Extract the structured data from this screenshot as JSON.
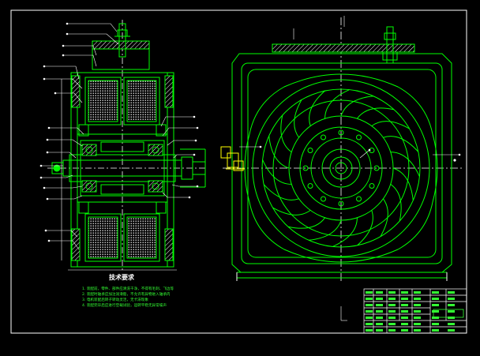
{
  "drawing": {
    "background": "#000000",
    "colors": {
      "frame": "#ffffff",
      "line": "#00ff00",
      "hatch": "#ffffff",
      "center": "#ffffff",
      "accent": "#ffff00"
    }
  },
  "notes": {
    "title": "技术要求",
    "items": [
      "1. 装配前，零件、部件应清洗干净，不得有毛刺、飞边等",
      "2. 装配时轴承应加注润滑脂，不允许有异物进入轴承内",
      "3. 电机装配后转子转动灵活，无卡滞现象",
      "4. 装配完毕后应进行空载试验，运转平稳无异常噪声"
    ]
  }
}
